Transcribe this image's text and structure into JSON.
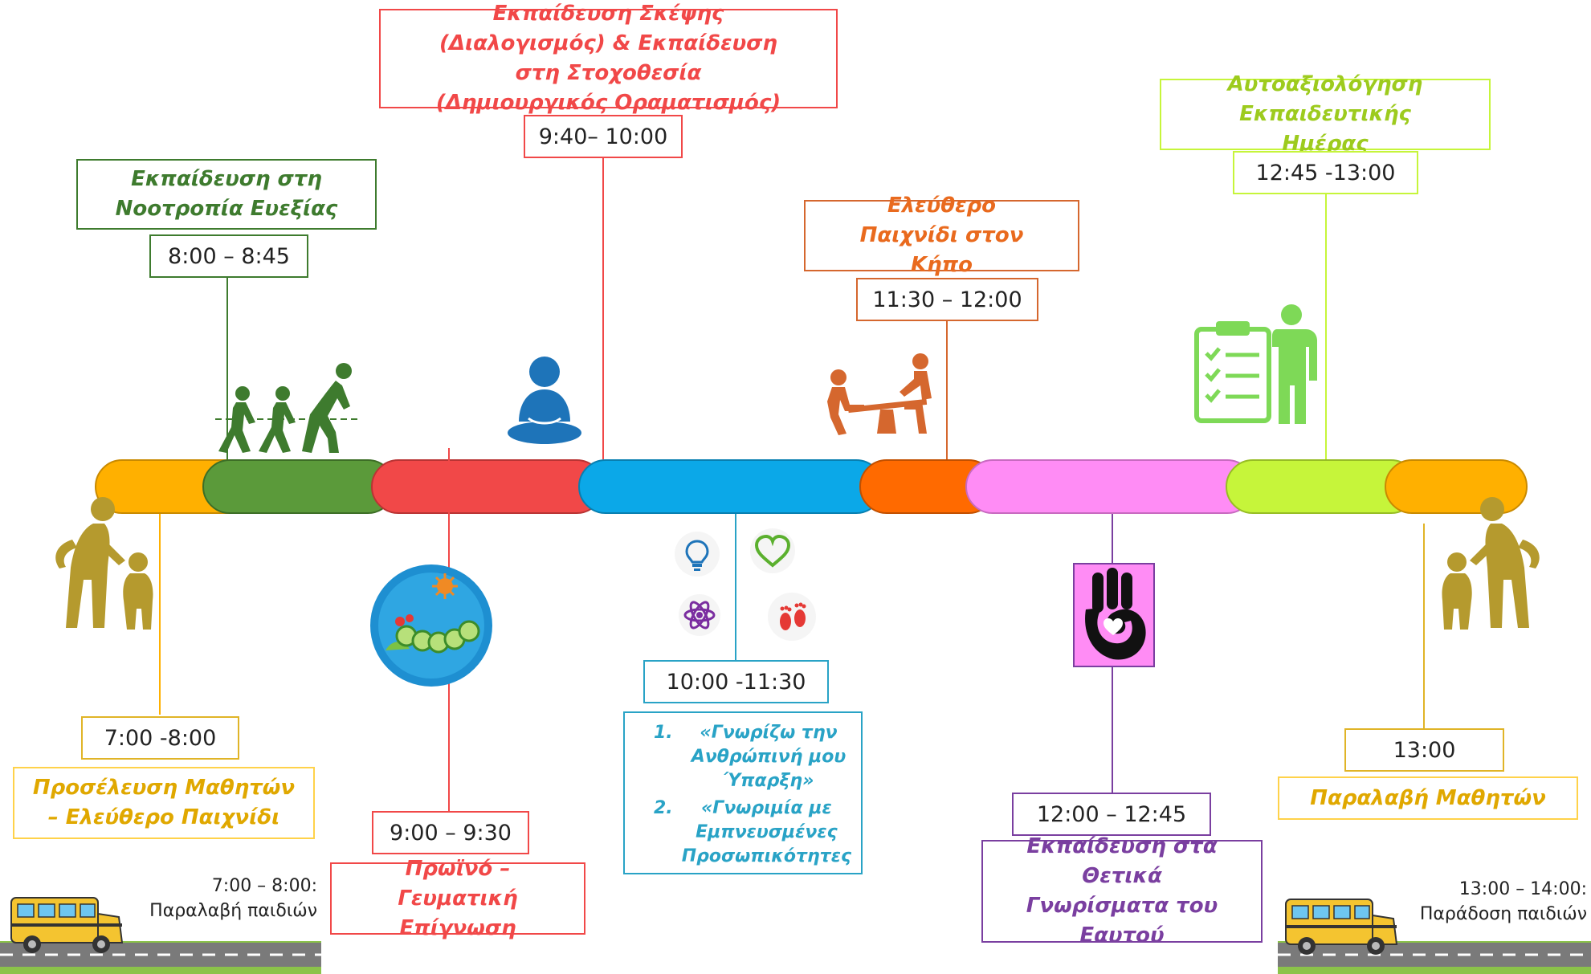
{
  "colors": {
    "orange_yellow": "#FFB000",
    "green": "#5B9A3A",
    "red": "#F14848",
    "blue": "#0BA8E8",
    "orange": "#FF6A00",
    "pink": "#FF8CF5",
    "lime": "#C6F53A",
    "dark_green": "#3E7B2E",
    "mustard": "#E0B427",
    "purple": "#7A3FA0",
    "teal": "#29A3C6",
    "brown_orange": "#D5672E"
  },
  "events": {
    "arrival": {
      "time": "7:00 -8:00",
      "title": "Προσέλευση Μαθητών – Ελεύθερο Παιχνίδι"
    },
    "growth": {
      "time": "8:00 – 8:45",
      "title": "Εκπαίδευση στη Νοοτροπία Ευεξίας"
    },
    "breakfast": {
      "time": "9:00 – 9:30",
      "title": "Πρωϊνό – Γευματική Επίγνωση"
    },
    "meditation": {
      "time": "9:40– 10:00",
      "title": "Εκπαίδευση Σκέψης (Διαλογισμός) & Εκπαίδευση στη Στοχοθεσία (Δημιουργικός Οραματισμός)"
    },
    "lessons": {
      "time": "10:00 -11:30",
      "items": [
        "«Γνωρίζω την Ανθρώπινή μου Ύπαρξη»",
        "«Γνωριμία με Εμπνευσμένες Προσωπικότητες"
      ]
    },
    "garden": {
      "time": "11:30 – 12:00",
      "title": "Ελεύθερο Παιχνίδι στον Κήπο"
    },
    "strengths": {
      "time": "12:00 – 12:45",
      "title": "Εκπαίδευση στα Θετικά Γνωρίσματα του Εαυτού"
    },
    "self_eval": {
      "time": "12:45 -13:00",
      "title": "Αυτοαξιολόγηση Εκπαιδευτικής Ημέρας"
    },
    "pickup": {
      "time": "13:00",
      "title": "Παραλαβή Μαθητών"
    }
  },
  "bus_left": {
    "time": "7:00 – 8:00:",
    "text": "Παραλαβή παιδιών"
  },
  "bus_right": {
    "time": "13:00 – 14:00:",
    "text": "Παράδοση παιδιών"
  },
  "list_numbers": [
    "1.",
    "2."
  ],
  "icons": [
    "parent-child-icon",
    "exercise-people-icon",
    "fruit-plate-icon",
    "meditation-icon",
    "lightbulb-icon",
    "heart-icon",
    "atom-icon",
    "footprints-icon",
    "seesaw-icon",
    "ok-heart-hand-icon",
    "clipboard-person-icon",
    "school-bus-icon"
  ]
}
